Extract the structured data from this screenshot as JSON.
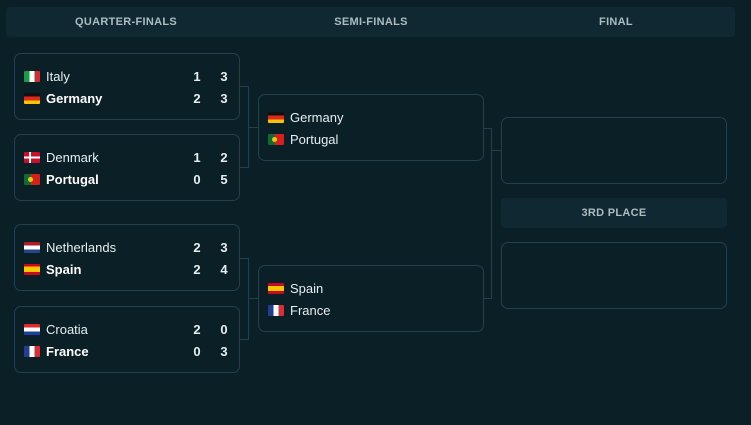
{
  "header": {
    "quarter_finals": "QUARTER-FINALS",
    "semi_finals": "SEMI-FINALS",
    "final": "FINAL"
  },
  "quarter_finals": [
    {
      "teams": [
        {
          "name": "Italy",
          "flag": "italy-flag-icon",
          "winner": false,
          "scores": [
            "1",
            "3"
          ]
        },
        {
          "name": "Germany",
          "flag": "germany-flag-icon",
          "winner": true,
          "scores": [
            "2",
            "3"
          ]
        }
      ]
    },
    {
      "teams": [
        {
          "name": "Denmark",
          "flag": "denmark-flag-icon",
          "winner": false,
          "scores": [
            "1",
            "2"
          ]
        },
        {
          "name": "Portugal",
          "flag": "portugal-flag-icon",
          "winner": true,
          "scores": [
            "0",
            "5"
          ]
        }
      ]
    },
    {
      "teams": [
        {
          "name": "Netherlands",
          "flag": "netherlands-flag-icon",
          "winner": false,
          "scores": [
            "2",
            "3"
          ]
        },
        {
          "name": "Spain",
          "flag": "spain-flag-icon",
          "winner": true,
          "scores": [
            "2",
            "4"
          ]
        }
      ]
    },
    {
      "teams": [
        {
          "name": "Croatia",
          "flag": "croatia-flag-icon",
          "winner": false,
          "scores": [
            "2",
            "0"
          ]
        },
        {
          "name": "France",
          "flag": "france-flag-icon",
          "winner": true,
          "scores": [
            "0",
            "3"
          ]
        }
      ]
    }
  ],
  "semi_finals": [
    {
      "teams": [
        {
          "name": "Germany",
          "flag": "germany-flag-icon"
        },
        {
          "name": "Portugal",
          "flag": "portugal-flag-icon"
        }
      ]
    },
    {
      "teams": [
        {
          "name": "Spain",
          "flag": "spain-flag-icon"
        },
        {
          "name": "France",
          "flag": "france-flag-icon"
        }
      ]
    }
  ],
  "third_place_label": "3RD PLACE",
  "colors": {
    "background": "#0b1f27",
    "header_bg": "#0f2831",
    "card_border": "#23414b",
    "header_text": "#aebcc2"
  }
}
